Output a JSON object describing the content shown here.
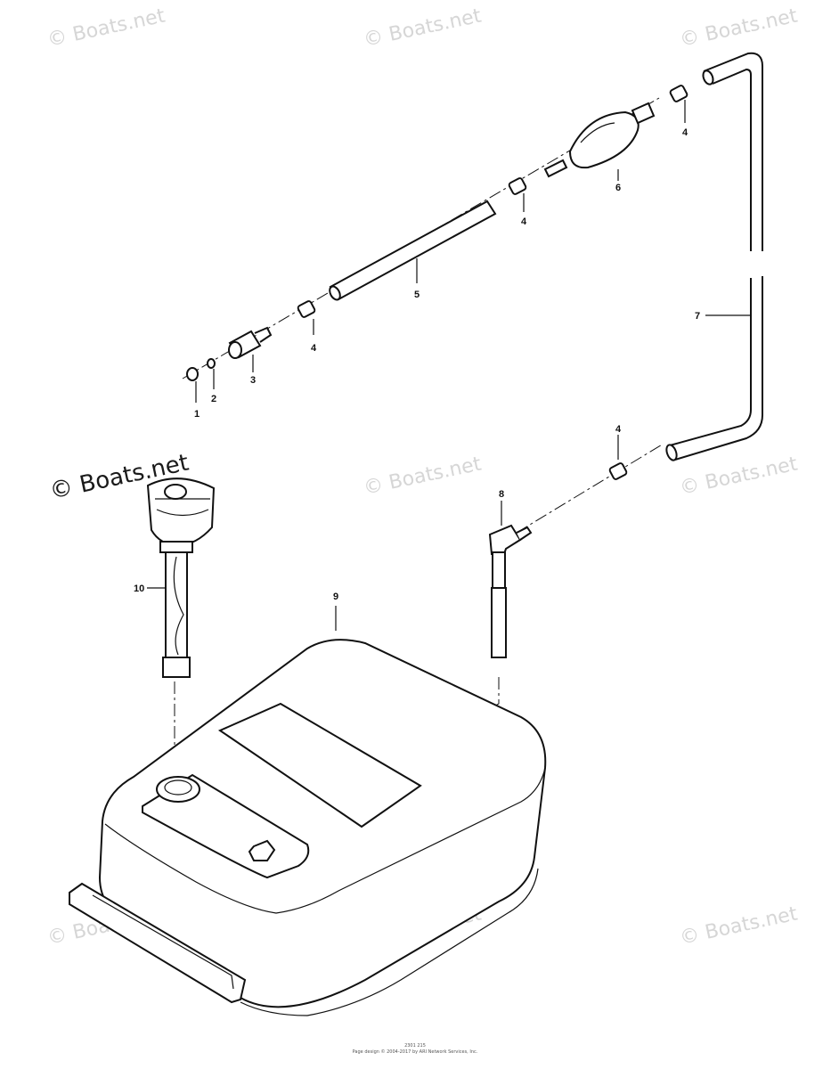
{
  "watermarks": [
    "© Boats.net",
    "© Boats.net",
    "© Boats.net",
    "© Boats.net",
    "© Boats.net",
    "© Boats.net",
    "© Boats.net",
    "© Boats.net",
    "© Boats.net"
  ],
  "featured_watermark": "© Boats.net",
  "callouts": [
    "1",
    "2",
    "3",
    "4",
    "4",
    "4",
    "4",
    "5",
    "6",
    "7",
    "8",
    "9",
    "10"
  ],
  "footer": {
    "line1": "2301 215",
    "line2": "Page design © 2004-2017 by ARI Network Services, Inc."
  }
}
